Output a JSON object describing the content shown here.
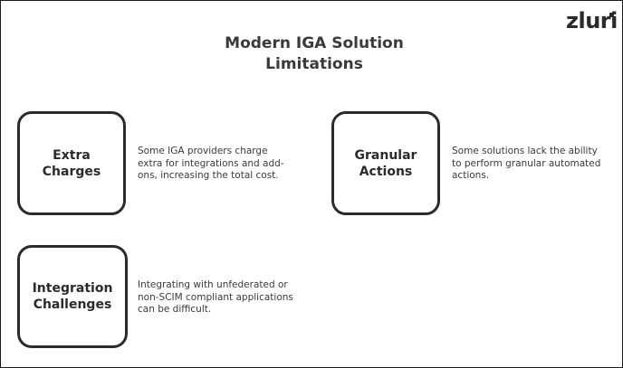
{
  "logo": {
    "text": "zluri"
  },
  "title": {
    "line1": "Modern IGA Solution",
    "line2": "Limitations"
  },
  "items": [
    {
      "label_line1": "Extra",
      "label_line2": "Charges",
      "desc_lines": [
        "Some IGA providers charge",
        "extra for integrations and add-",
        "ons, increasing the total cost."
      ]
    },
    {
      "label_line1": "Granular",
      "label_line2": "Actions",
      "desc_lines": [
        "Some solutions lack the ability",
        "to perform granular automated",
        "actions."
      ]
    },
    {
      "label_line1": "Integration",
      "label_line2": "Challenges",
      "desc_lines": [
        "Integrating with unfederated or",
        "non-SCIM compliant applications",
        "can be difficult."
      ]
    }
  ]
}
